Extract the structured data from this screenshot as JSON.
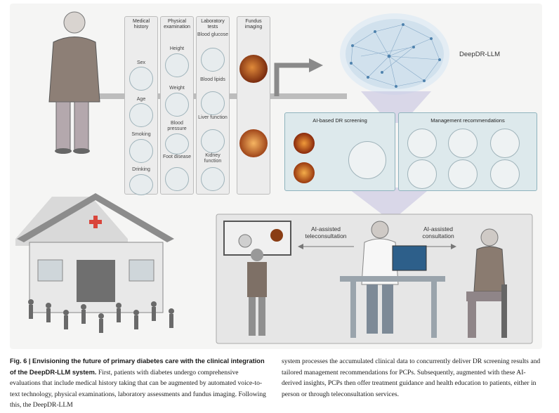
{
  "figure": {
    "columns": [
      {
        "header": "Medical history",
        "items": [
          "Sex",
          "Age",
          "Smoking",
          "Drinking"
        ]
      },
      {
        "header": "Physical examination",
        "items": [
          "Height",
          "Weight",
          "Blood pressure",
          "Foot disease"
        ]
      },
      {
        "header": "Laboratory tests",
        "items": [
          "Blood glucose",
          "Blood lipids",
          "Liver function",
          "Kidney function"
        ]
      },
      {
        "header": "Fundus imaging",
        "items": []
      }
    ],
    "model_label": "DeepDR-LLM",
    "screening_title": "AI-based DR screening",
    "management_title": "Management recommendations",
    "teleconsult_label": "AI-assisted teleconsultation",
    "consult_label": "AI-assisted consultation"
  },
  "caption": {
    "fig_label": "Fig. 6 | Envisioning the future of primary diabetes care with the clinical integration of the DeepDR-LLM system.",
    "left_text": "First, patients with diabetes undergo comprehensive evaluations that include medical history taking that can be augmented by automated voice-to-text technology, physical examinations, laboratory assessments and fundus imaging. Following this, the DeepDR-LLM",
    "right_text": "system processes the accumulated clinical data to concurrently deliver DR screening results and tailored management recommendations for PCPs. Subsequently, augmented with these AI-derived insights, PCPs then offer treatment guidance and health education to patients, either in person or through teleconsultation services."
  }
}
